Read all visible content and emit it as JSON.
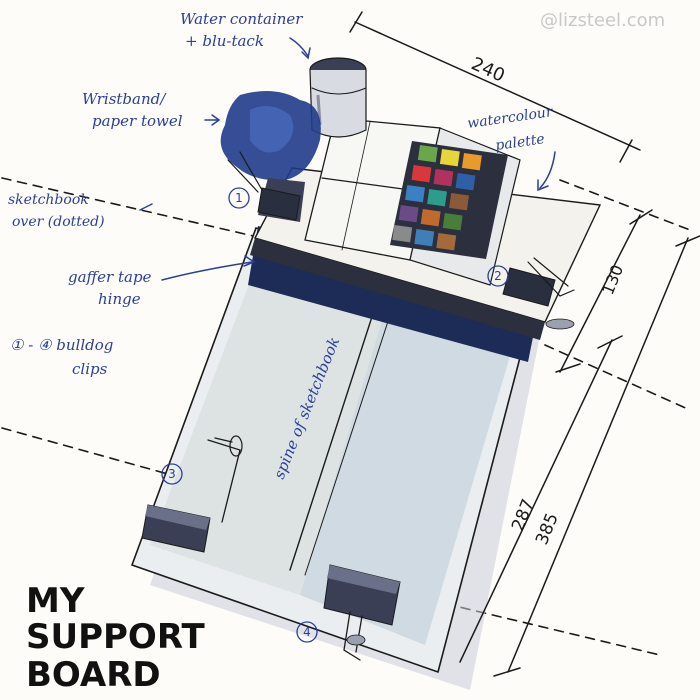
{
  "watermark": "@lizsteel.com",
  "title": {
    "line1": "MY",
    "line2": "SUPPORT",
    "line3": "BOARD"
  },
  "labels": {
    "water_line1": "Water container",
    "water_line2": "+ blu-tack",
    "wristband_line1": "Wristband/",
    "wristband_line2": "paper towel",
    "sketchbook_line1": "sketchbook",
    "sketchbook_line2": "over (dotted)",
    "gaffer_line1": "gaffer tape",
    "gaffer_line2": "hinge",
    "clips_line1": "① - ④ bulldog",
    "clips_line2": "clips",
    "palette_line1": "watercolour",
    "palette_line2": "palette",
    "spine": "spine of sketchbook"
  },
  "clip_numbers": [
    "1",
    "2",
    "3",
    "4"
  ],
  "dimensions": {
    "top": "240",
    "right_upper": "130",
    "right_mid": "287",
    "right_total": "385"
  },
  "colors": {
    "annotation_ink": "#2a3f9a",
    "pen_ink": "#1a1a1a",
    "towel_blue": "#1f3b8a",
    "board_shadow": "#3a4a6a"
  },
  "palette_swatches": [
    "#6aa64a",
    "#e7d63a",
    "#e89a2a",
    "#d9383a",
    "#b1325f",
    "#2f5fa8",
    "#3b7fc4",
    "#2c9c8c",
    "#8a5a3a",
    "#6b4b86",
    "#c06a2e",
    "#4a7c3a",
    "#8a8a8a",
    "#3f7fb8",
    "#a56a3b"
  ],
  "icons": [
    "water-container-icon",
    "paper-towel-icon",
    "palette-icon",
    "bulldog-clip-icon",
    "annotation-arrow-icon"
  ]
}
